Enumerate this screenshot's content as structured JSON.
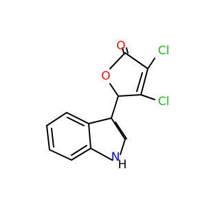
{
  "atom_labels": {
    "carbonyl_oxygen": "O",
    "ring_oxygen": "O",
    "chlorine_a": "Cl",
    "chlorine_b": "Cl",
    "nitrogen": "N",
    "hydrogen": "H"
  },
  "colors": {
    "oxygen": "#ff0d0d",
    "chlorine": "#1fbb1f",
    "nitrogen": "#0000ff",
    "bond": "#000000",
    "background": "#ffffff"
  }
}
